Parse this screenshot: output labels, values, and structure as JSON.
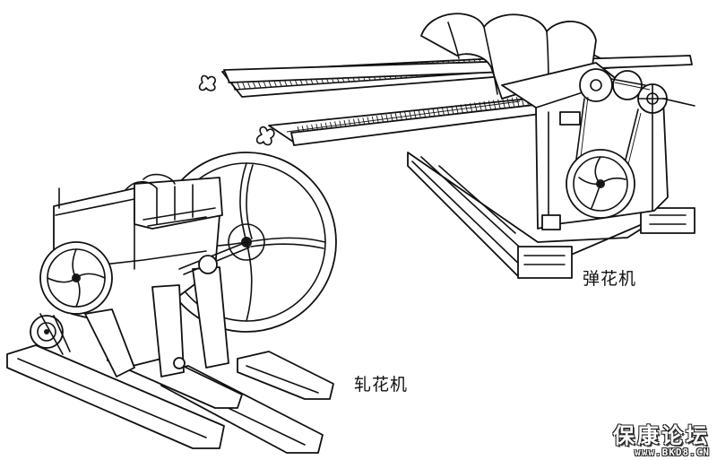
{
  "labels": {
    "carding_machine": "弹花机",
    "cotton_gin": "轧花机"
  },
  "watermark": {
    "title": "保康论坛",
    "url": "www.BKD8.CN"
  },
  "colors": {
    "ink": "#111111",
    "paper": "#ffffff"
  }
}
